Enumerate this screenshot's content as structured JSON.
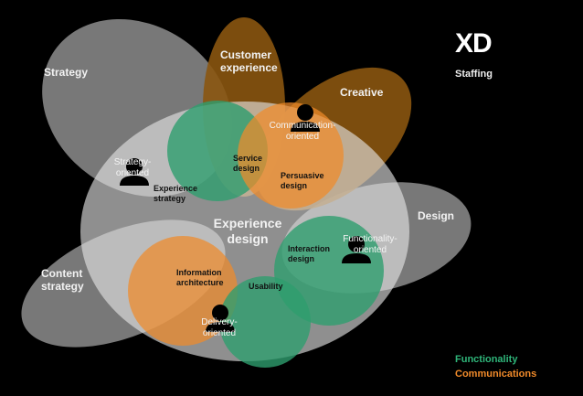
{
  "brand": {
    "logo": "XD",
    "subtitle": "Staffing"
  },
  "areas": {
    "strategy": "Strategy",
    "customer_experience_line1": "Customer",
    "customer_experience_line2": "experience",
    "creative": "Creative",
    "design": "Design",
    "content_strategy_line1": "Content",
    "content_strategy_line2": "strategy",
    "experience_design_line1": "Experience",
    "experience_design_line2": "design"
  },
  "disciplines": {
    "service_design_line1": "Service",
    "service_design_line2": "design",
    "persuasive_design_line1": "Persuasive",
    "persuasive_design_line2": "design",
    "experience_strategy_line1": "Experience",
    "experience_strategy_line2": "strategy",
    "interaction_design_line1": "Interaction",
    "interaction_design_line2": "design",
    "information_architecture_line1": "Information",
    "information_architecture_line2": "architecture",
    "usability": "Usability"
  },
  "roles": {
    "communication_line1": "Communication-",
    "communication_line2": "oriented",
    "strategy_line1": "Strategy-",
    "strategy_line2": "oriented",
    "functionality_line1": "Functionality-",
    "functionality_line2": "oriented",
    "delivery_line1": "Delivery-",
    "delivery_line2": "oriented"
  },
  "legend": {
    "functionality": "Functionality",
    "communications": "Communications"
  },
  "colors": {
    "functionality": "#2e9e6e",
    "communications": "#f08a2a",
    "gray_area": "#8a8a8a",
    "brown_area": "#8a5510",
    "experience_design": "#d9d9d9"
  },
  "icons": [
    "person-icon"
  ]
}
